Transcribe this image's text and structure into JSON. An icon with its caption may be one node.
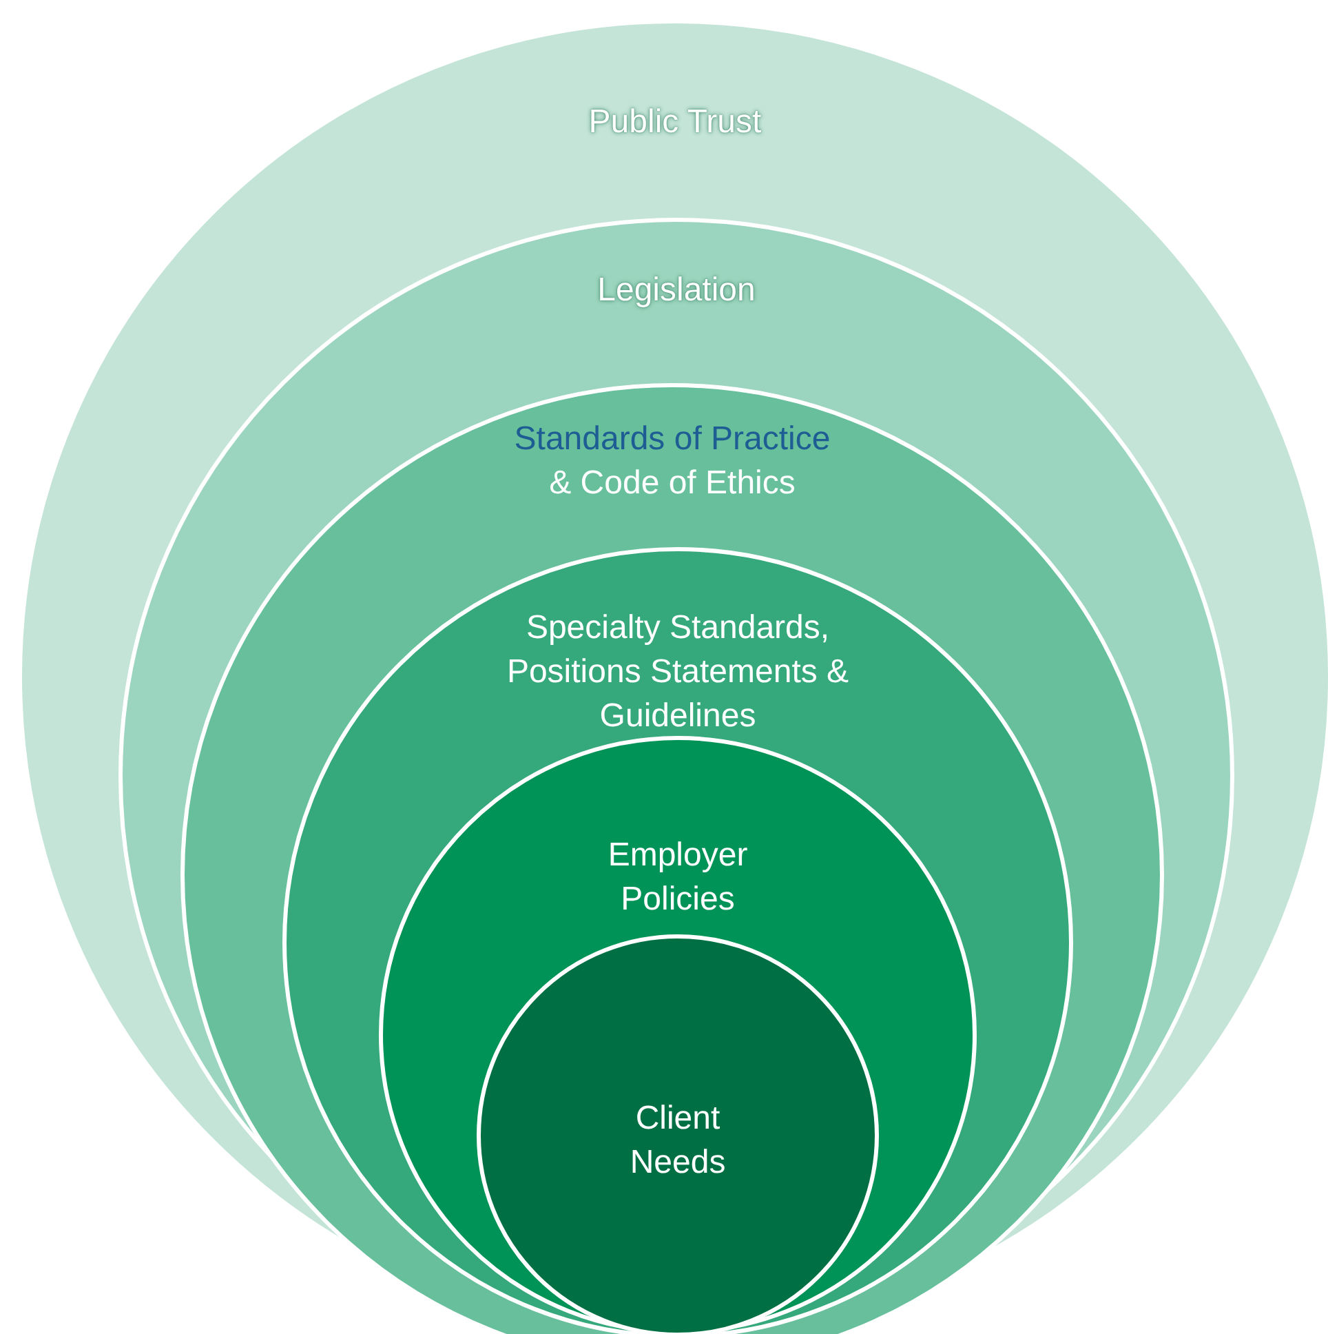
{
  "diagram": {
    "nodes": [
      {
        "text": [
          "Public Trust"
        ]
      },
      {
        "text": [
          "Legislation"
        ],
        "in": 0
      },
      {
        "text": [
          "Standards of Practice",
          "& Code of Ethics"
        ],
        "in": 1
      },
      {
        "text": [
          "Specialty Standards, Positions Statements & Guidelines"
        ],
        "in": 2
      },
      {
        "text": [
          "Employer Policies"
        ],
        "in": 3
      },
      {
        "text": [
          "Client Needs"
        ],
        "in": 4
      }
    ]
  }
}
